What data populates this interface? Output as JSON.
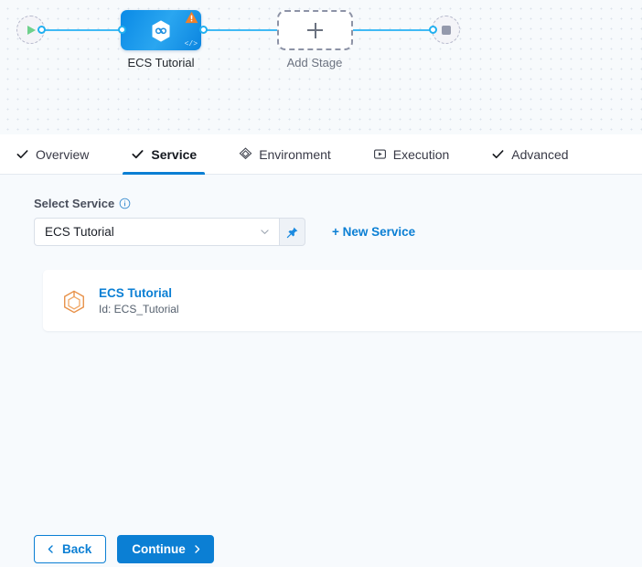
{
  "canvas": {
    "start_node": {
      "name": "start-node",
      "icon": "play-icon"
    },
    "end_node": {
      "name": "end-node",
      "icon": "stop-icon"
    },
    "stage": {
      "label": "ECS Tutorial",
      "icon": "harness-hexagon-icon",
      "badge_icon": "warning-triangle-icon",
      "code_icon": "code-brackets-icon"
    },
    "add_stage": {
      "label": "Add Stage",
      "icon": "plus-icon"
    },
    "edge_color": "#40baf5",
    "node_color": "#0b85e0"
  },
  "tabs": [
    {
      "label": "Overview",
      "icon": "check-icon",
      "active": false
    },
    {
      "label": "Service",
      "icon": "check-icon",
      "active": true
    },
    {
      "label": "Environment",
      "icon": "layers-diamond-icon",
      "active": false
    },
    {
      "label": "Execution",
      "icon": "play-box-icon",
      "active": false
    },
    {
      "label": "Advanced",
      "icon": "check-icon",
      "active": false
    }
  ],
  "form": {
    "select_service_label": "Select Service",
    "info_icon": "info-icon",
    "service_value": "ECS Tutorial",
    "service_placeholder": "Select Service",
    "chevron_icon": "chevron-down-icon",
    "pin_icon": "pin-icon",
    "new_service_label": "+ New Service"
  },
  "service_card": {
    "icon": "cube-hexagon-icon",
    "name": "ECS Tutorial",
    "id_text": "Id: ECS_Tutorial"
  },
  "footer": {
    "back_label": "Back",
    "back_icon": "chevron-left-icon",
    "continue_label": "Continue",
    "continue_icon": "chevron-right-icon"
  },
  "colors": {
    "accent": "#0b7fd4",
    "edge": "#40baf5",
    "warning": "#f0802b",
    "service_icon": "#e8924a",
    "play": "#6fd08c"
  }
}
